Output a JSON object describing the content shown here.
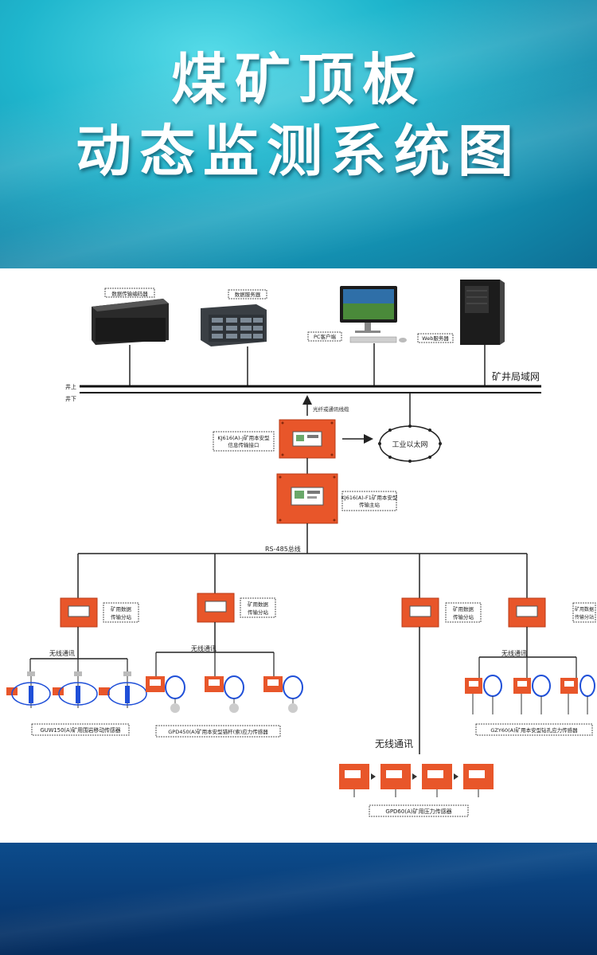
{
  "banner": {
    "title_line1": "煤矿顶板",
    "title_line2": "动态监测系统图"
  },
  "network": {
    "mine_lan_label": "矿井局域网",
    "surface_label": "井上",
    "underground_label": "井下",
    "fiber_label": "光纤或通讯线缆",
    "ethernet_label": "工业以太网",
    "rs485_label": "RS-485总线"
  },
  "top_devices": [
    {
      "label": "数据传输编码器"
    },
    {
      "label": "数据服务器"
    },
    {
      "label": "PC客户端"
    },
    {
      "label": "Web服务器"
    }
  ],
  "stations": {
    "interface_label": "KJ616(A)-J矿用本安型信息传输接口",
    "main_station_label": "KJ616(A)-F1矿用本安型传输主站",
    "substation_label_a": "矿用数据",
    "substation_label_b": "传输分站"
  },
  "wireless_label": "无线通讯",
  "sensor_groups": [
    {
      "label": "GUW150(A)矿用围岩移动传感器"
    },
    {
      "label": "GPD450(A)矿用本安型锚杆(索)应力传感器"
    },
    {
      "label": "GPD60(A)矿用压力传感器"
    },
    {
      "label": "GZY60(A)矿用本安型钻孔应力传感器"
    }
  ],
  "colors": {
    "device_orange": "#e8562a",
    "banner_cyan": "#1fb6cd",
    "footer_blue": "#093d78",
    "coil_blue": "#1f4fd8"
  }
}
